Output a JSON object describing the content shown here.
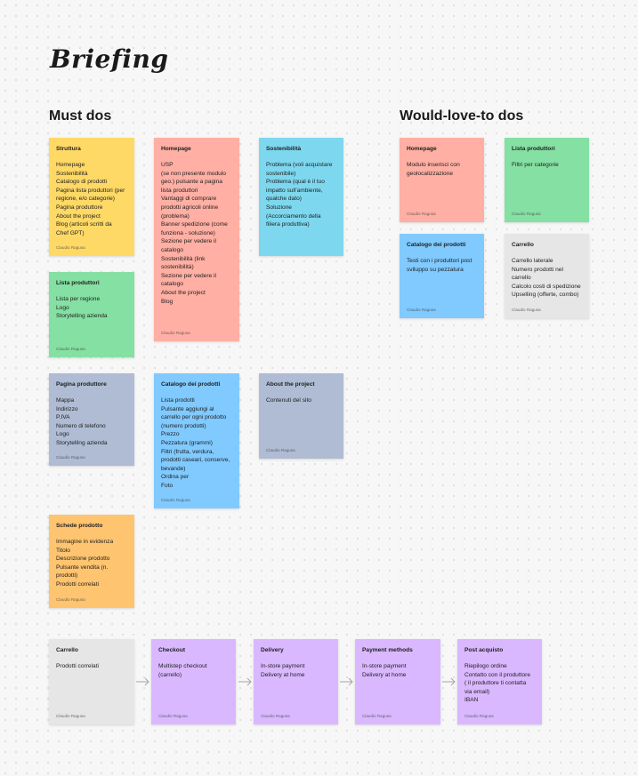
{
  "board": {
    "title": "Briefing"
  },
  "sections": {
    "must": "Must dos",
    "would": "Would-love-to dos"
  },
  "colors": {
    "yellow": "#ffd966",
    "salmon": "#ffafa3",
    "cyan": "#7dd8ef",
    "green": "#85e0a3",
    "slate": "#afbcd4",
    "blue": "#80caff",
    "orange": "#ffc470",
    "gray": "#e6e6e6",
    "purple": "#d9b8ff"
  },
  "notes": {
    "struttura": {
      "title": "Struttura",
      "body": "Homepage\nSostenibilità\nCatalogo di prodotti\nPagina lista produttori (per\nregione, e/o categorie)\nPagina produttore\nAbout the project\nBlog (articoli scritti da\nChef GPT)",
      "author": "Claudio Ragusa"
    },
    "homepage": {
      "title": "Homepage",
      "body": "USP\n(se non presente modulo\ngeo.) pulsante a pagina\nlista produttori\nVantaggi di comprare\nprodotti agricoli online\n(problema)\nBanner spedizione (come\nfunziona - soluzione)\nSezione per vedere il\ncatalogo\nSostenibilità (link\nsostenibilità)\nSezione per vedere il\ncatalogo\nAbout the project\nBlog",
      "author": "Claudio Ragusa"
    },
    "sostenibilita": {
      "title": "Sostenibilità",
      "body": "Problema (voli acquistare\nsostenibile)\nProblema (qual è il tuo\nimpatto sull'ambiente,\nqualche dato)\nSoluzione\n(Accorciamento della\nfiliera produttiva)",
      "author": ""
    },
    "lista_produttori": {
      "title": "Lista produttori",
      "body": "Lista per regione\nLogo\nStorytelling azienda",
      "author": "Claudio Ragusa"
    },
    "pagina_produttore": {
      "title": "Pagina produttore",
      "body": "Mappa\nIndirizzo\nP.IVA\nNumero di telefono\nLogo\nStorytelling azienda",
      "author": "Claudio Ragusa"
    },
    "catalogo": {
      "title": "Catalogo dei prodotti",
      "body": "Lista prodotti\nPulsante aggiungi al\ncarrello per ogni prodotto\n(numero prodotti)\nPrezzo\nPezzatura (grammi)\nFiltri (frutta, verdura,\nprodotti caseari, conserve,\nbevande)\nOrdina per\nFoto",
      "author": "Claudio Ragusa"
    },
    "about": {
      "title": "About the project",
      "body": "Contenuti del sito",
      "author": "Claudio Ragusa"
    },
    "scheda": {
      "title": "Schede prodotto",
      "body": "Immagine in evidenza\nTitolo\nDescrizione prodotto\nPulsante vendita (n.\nprodotti)\nProdotti correlati",
      "author": "Claudio Ragusa"
    },
    "w_homepage": {
      "title": "Homepage",
      "body": "Modulo inserisci con\ngeolocalizzazione",
      "author": "Claudio Ragusa"
    },
    "w_lista": {
      "title": "Lista produttori",
      "body": "Filtri per categorie",
      "author": "Claudio Ragusa"
    },
    "w_catalogo": {
      "title": "Catalogo dei prodotti",
      "body": "Testi con i produttori post\nsviluppo su pezzatura",
      "author": "Claudio Ragusa"
    },
    "w_carrello": {
      "title": "Carrello",
      "body": "Carrello laterale\nNumero prodotti nel\ncarrello\nCalcolo costi di spedizione\nUpselling (offerte, combo)",
      "author": "Claudio Ragusa"
    },
    "carrello": {
      "title": "Carrello",
      "body": "Prodotti correlati",
      "author": "Claudio Ragusa"
    },
    "checkout": {
      "title": "Checkout",
      "body": "Multistep checkout\n(carrello)",
      "author": "Claudio Ragusa"
    },
    "delivery": {
      "title": "Delivery",
      "body": "In-store payment\nDelivery at home",
      "author": "Claudio Ragusa"
    },
    "payment": {
      "title": "Payment methods",
      "body": "In-store payment\nDelivery at home",
      "author": "Claudio Ragusa"
    },
    "post": {
      "title": "Post acquisto",
      "body": "Riepilogo ordine\nContatto con il produttore\n( il produttore ti contatta\nvia email)\nIBAN",
      "author": "Claudio Ragusa"
    }
  }
}
